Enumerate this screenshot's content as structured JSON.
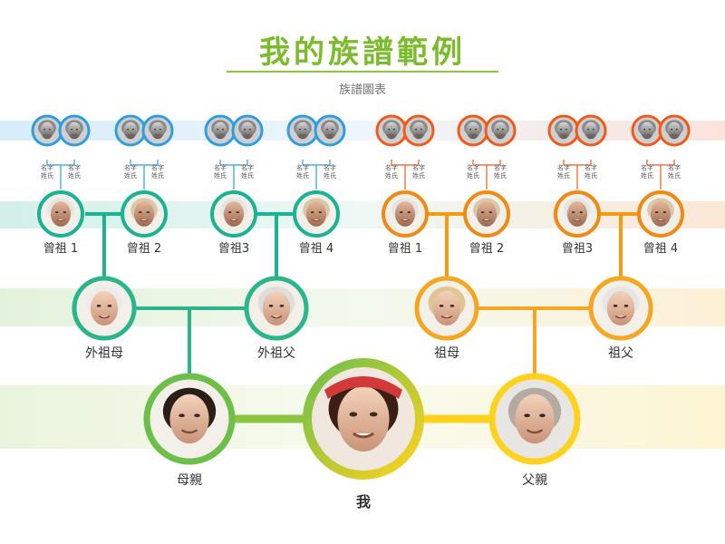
{
  "title": "我的族譜範例",
  "subtitle": "族譜圖表",
  "colors": {
    "title": "#7dbb2e",
    "underline": "#8cc63f",
    "maternal_ancestor_line": "#1ab394",
    "paternal_ancestor_line": "#f39c12",
    "maternal_great_great_ring": "#2f9ee0",
    "paternal_great_great_ring": "#f05a1a",
    "great_grandparent_ring_maternal": "#1ab394",
    "great_grandparent_ring_paternal": "#f08a16",
    "grandparent_ring_maternal": "#2ab58a",
    "grandparent_ring_paternal": "#f5a623",
    "mother_ring": "#6cc04a",
    "self_ring": "#8bc53f",
    "father_ring": "#ffd21f"
  },
  "tree": {
    "self": {
      "label": "我",
      "icon": "person-photo"
    },
    "mother": {
      "label": "母親",
      "icon": "person-photo"
    },
    "father": {
      "label": "父親",
      "icon": "person-photo"
    },
    "maternal_grandmother": {
      "label": "外祖母",
      "icon": "person-photo"
    },
    "maternal_grandfather": {
      "label": "外祖父",
      "icon": "person-photo"
    },
    "paternal_grandmother": {
      "label": "祖母",
      "icon": "person-photo"
    },
    "paternal_grandfather": {
      "label": "祖父",
      "icon": "person-photo"
    },
    "great_grandparents": [
      {
        "label": "曾祖 1"
      },
      {
        "label": "曾祖 2"
      },
      {
        "label": "曾祖3"
      },
      {
        "label": "曾祖 4"
      },
      {
        "label": "曾祖 1"
      },
      {
        "label": "曾祖 2"
      },
      {
        "label": "曾祖3"
      },
      {
        "label": "曾祖 4"
      }
    ],
    "great_great_grandparent_label_line1": "名字",
    "great_great_grandparent_label_line2": "姓氏"
  }
}
